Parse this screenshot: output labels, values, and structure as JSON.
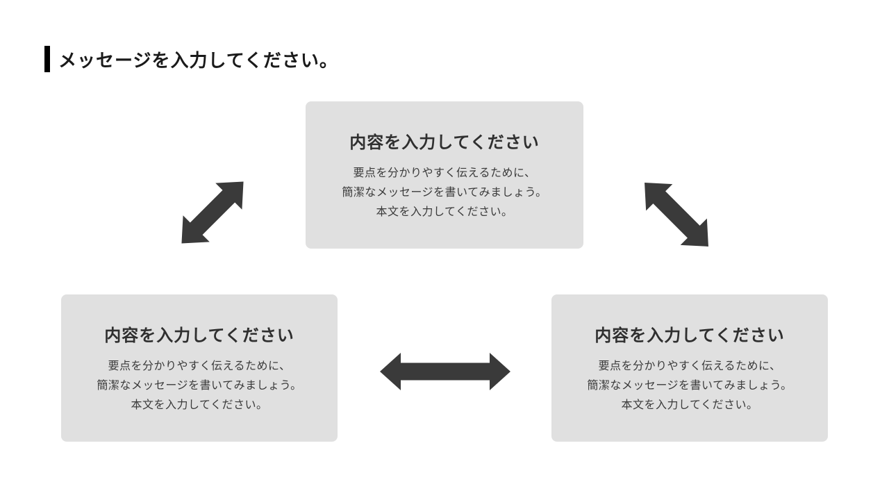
{
  "slide": {
    "title": "メッセージを入力してください。",
    "background_color": "#ffffff"
  },
  "colors": {
    "title_accent_bar": "#000000",
    "title_text": "#1a1a1a",
    "card_background": "#e0e0e0",
    "card_heading_text": "#2f2f2f",
    "card_body_text": "#3a3a3a",
    "arrow": "#3a3a3a"
  },
  "cards": [
    {
      "position": "top-center",
      "heading": "内容を入力してください",
      "body_lines": [
        "要点を分かりやすく伝えるために、",
        "簡潔なメッセージを書いてみましょう。",
        "本文を入力してください。"
      ]
    },
    {
      "position": "bottom-left",
      "heading": "内容を入力してください",
      "body_lines": [
        "要点を分かりやすく伝えるために、",
        "簡潔なメッセージを書いてみましょう。",
        "本文を入力してください。"
      ]
    },
    {
      "position": "bottom-right",
      "heading": "内容を入力してください",
      "body_lines": [
        "要点を分かりやすく伝えるために、",
        "簡潔なメッセージを書いてみましょう。",
        "本文を入力してください。"
      ]
    }
  ],
  "arrows": [
    {
      "icon": "double-headed-arrow-icon",
      "direction": "diagonal-ne-sw"
    },
    {
      "icon": "double-headed-arrow-icon",
      "direction": "diagonal-nw-se"
    },
    {
      "icon": "double-headed-arrow-icon",
      "direction": "horizontal"
    }
  ]
}
